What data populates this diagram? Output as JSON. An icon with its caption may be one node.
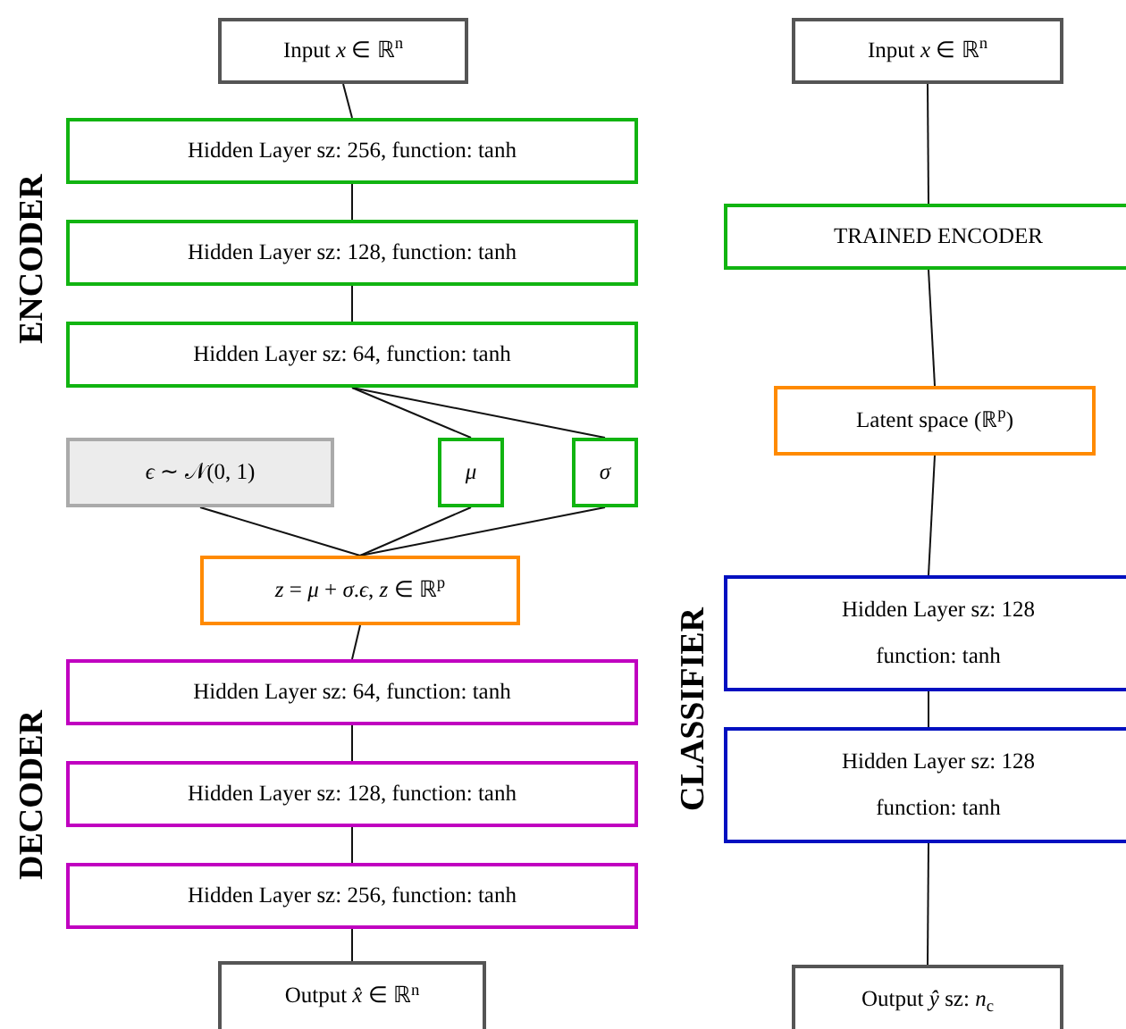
{
  "diagram": {
    "nodes": [
      {
        "text": [
          "Input *x* ∈ ℝ$^{n}$"
        ]
      },
      {
        "text": [
          "Hidden Layer sz: 256, function: tanh"
        ]
      },
      {
        "text": [
          "Hidden Layer sz: 128, function: tanh"
        ]
      },
      {
        "text": [
          "Hidden Layer sz: 64, function: tanh"
        ]
      },
      {
        "text": [
          "*ϵ* ∼ 𝒩(0, 1)"
        ]
      },
      {
        "text": [
          "*μ*"
        ]
      },
      {
        "text": [
          "*σ*"
        ]
      },
      {
        "text": [
          "*z* = *μ* + *σ*.*ϵ*, *z* ∈ ℝ$^{p}$"
        ]
      },
      {
        "text": [
          "Hidden Layer sz: 64, function: tanh"
        ]
      },
      {
        "text": [
          "Hidden Layer sz: 128, function: tanh"
        ]
      },
      {
        "text": [
          "Hidden Layer sz: 256, function: tanh"
        ]
      },
      {
        "text": [
          "Output *x̂* ∈ ℝ$^{n}$"
        ]
      },
      {
        "text": [
          "Input *x* ∈ ℝ$^{n}$"
        ]
      },
      {
        "text": [
          "TRAINED ENCODER"
        ]
      },
      {
        "text": [
          "Latent space (ℝ$^{p}$)"
        ]
      },
      {
        "text": [
          "Hidden Layer sz: 128",
          "function: tanh"
        ]
      },
      {
        "text": [
          "Hidden Layer sz: 128",
          "function: tanh"
        ]
      },
      {
        "text": [
          "Output *ŷ* sz: *n*$_{c}$"
        ]
      }
    ],
    "edges": [
      {
        "from": 0,
        "to": 1,
        "arrow": "none"
      },
      {
        "from": 1,
        "to": 2,
        "arrow": "none"
      },
      {
        "from": 2,
        "to": 3,
        "arrow": "none"
      },
      {
        "from": 3,
        "to": 5,
        "arrow": "none"
      },
      {
        "from": 3,
        "to": 6,
        "arrow": "none"
      },
      {
        "from": 4,
        "to": 7,
        "arrow": "none"
      },
      {
        "from": 5,
        "to": 7,
        "arrow": "none"
      },
      {
        "from": 6,
        "to": 7,
        "arrow": "none"
      },
      {
        "from": 7,
        "to": 8,
        "arrow": "none"
      },
      {
        "from": 8,
        "to": 9,
        "arrow": "none"
      },
      {
        "from": 9,
        "to": 10,
        "arrow": "none"
      },
      {
        "from": 10,
        "to": 11,
        "arrow": "none"
      },
      {
        "from": 12,
        "to": 13,
        "arrow": "none"
      },
      {
        "from": 13,
        "to": 14,
        "arrow": "none"
      },
      {
        "from": 14,
        "to": 15,
        "arrow": "none"
      },
      {
        "from": 15,
        "to": 16,
        "arrow": "none"
      },
      {
        "from": 16,
        "to": 17,
        "arrow": "none"
      }
    ],
    "labels": [
      "ENCODER",
      "DECODER",
      "CLASSIFIER"
    ]
  }
}
